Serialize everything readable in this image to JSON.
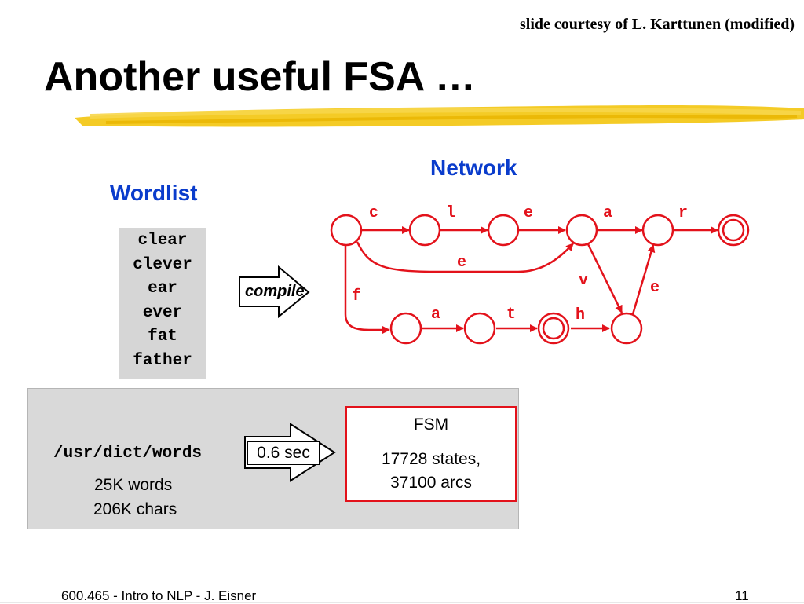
{
  "slide": {
    "credit": "slide courtesy of L. Karttunen (modified)",
    "title": "Another useful FSA …",
    "wordlist_label": "Wordlist",
    "network_label": "Network",
    "wordlist": [
      "clear",
      "clever",
      "ear",
      "ever",
      "fat",
      "father"
    ],
    "compile_label": "compile",
    "edge_labels": {
      "c": "c",
      "l": "l",
      "e1": "e",
      "a1": "a",
      "r": "r",
      "e_branch": "e",
      "v": "v",
      "e2": "e",
      "f": "f",
      "a2": "a",
      "t": "t",
      "h": "h"
    },
    "bottom": {
      "path": "/usr/dict/words",
      "words": "25K words",
      "chars": "206K chars",
      "time": "0.6 sec",
      "fsm_title": "FSM",
      "fsm_states": "17728 states,",
      "fsm_arcs": "37100 arcs"
    },
    "footer": {
      "course": "600.465 - Intro to NLP - J. Eisner",
      "page": "11"
    },
    "colors": {
      "fsa_red": "#e3121b",
      "label_blue": "#0a3ccc",
      "highlight_yellow": "#f2c200",
      "panel_gray": "#d9d9d9"
    }
  }
}
